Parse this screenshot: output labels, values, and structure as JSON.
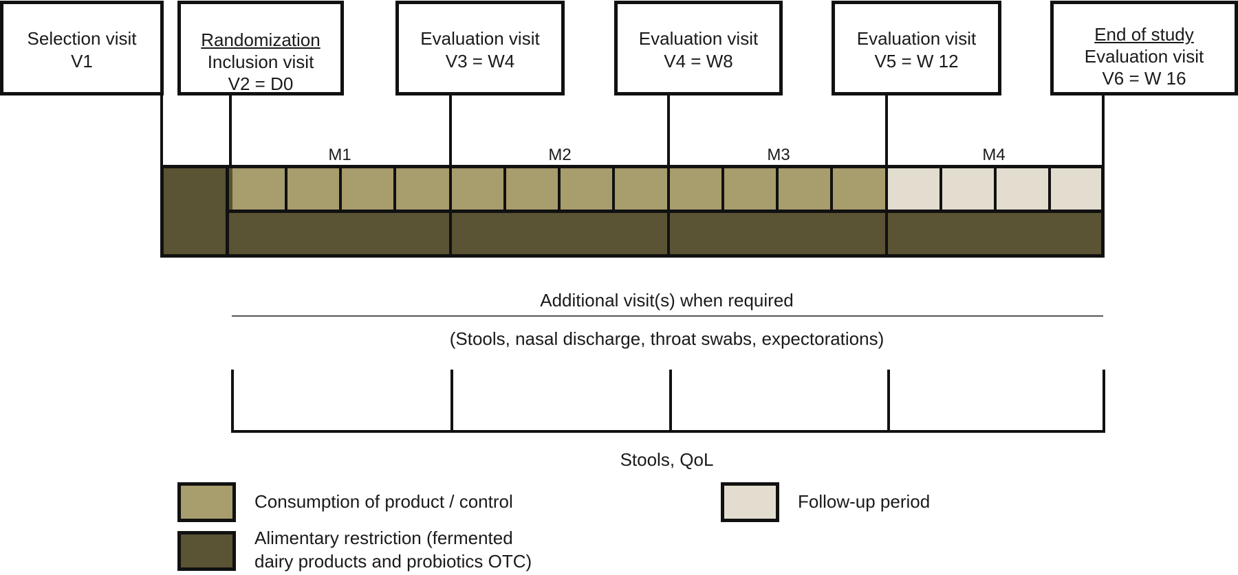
{
  "visits": [
    {
      "lines": [
        "Selection visit",
        "V1"
      ],
      "underline_first": false
    },
    {
      "lines": [
        "Randomization",
        "Inclusion visit",
        "V2 = D0"
      ],
      "underline_first": true
    },
    {
      "lines": [
        "Evaluation visit",
        "V3 = W4"
      ],
      "underline_first": false
    },
    {
      "lines": [
        "Evaluation visit",
        "V4 = W8"
      ],
      "underline_first": false
    },
    {
      "lines": [
        "Evaluation visit",
        "V5 = W 12"
      ],
      "underline_first": false
    },
    {
      "lines": [
        "End of study",
        "Evaluation visit",
        "V6 = W 16"
      ],
      "underline_first": true
    }
  ],
  "months": [
    "M1",
    "M2",
    "M3",
    "M4"
  ],
  "additional_visits": {
    "title": "Additional visit(s) when required",
    "detail": "(Stools, nasal discharge, throat swabs, expectorations)"
  },
  "stools_label": "Stools, QoL",
  "legend": {
    "consumption": "Consumption of product / control",
    "follow_up": "Follow-up period",
    "restriction_line1": "Alimentary restriction (fermented",
    "restriction_line2": "dairy products and probiotics OTC)"
  },
  "colors": {
    "consumption": "#a79d6d",
    "follow_up": "#e2ddcf",
    "restriction": "#5a5334"
  }
}
